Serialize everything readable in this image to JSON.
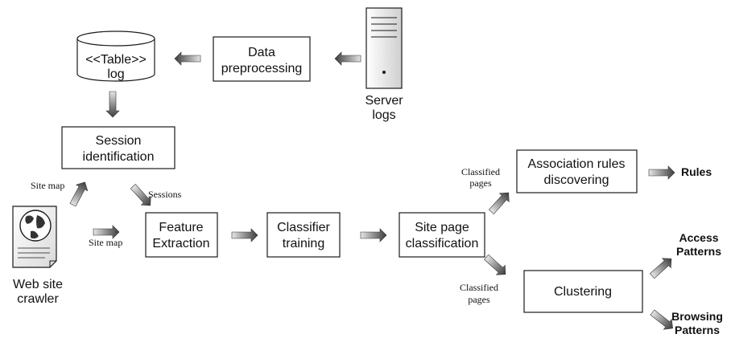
{
  "nodes": {
    "table_log": {
      "line1": "<<Table>>",
      "line2": "log"
    },
    "data_preprocessing": {
      "line1": "Data",
      "line2": "preprocessing"
    },
    "server_logs": {
      "line1": "Server",
      "line2": "logs"
    },
    "session_identification": {
      "line1": "Session",
      "line2": "identification"
    },
    "web_site_crawler": {
      "line1": "Web site",
      "line2": "crawler"
    },
    "feature_extraction": {
      "line1": "Feature",
      "line2": "Extraction"
    },
    "classifier_training": {
      "line1": "Classifier",
      "line2": "training"
    },
    "site_page_classification": {
      "line1": "Site page",
      "line2": "classification"
    },
    "association_rules": {
      "line1": "Association rules",
      "line2": "discovering"
    },
    "clustering": {
      "line1": "Clustering"
    }
  },
  "outputs": {
    "rules": "Rules",
    "access_patterns": {
      "line1": "Access",
      "line2": "Patterns"
    },
    "browsing_patterns": {
      "line1": "Browsing",
      "line2": "Patterns"
    }
  },
  "edge_labels": {
    "site_map_up": "Site map",
    "site_map_right": "Site map",
    "sessions": "Sessions",
    "classified_pages_up": {
      "line1": "Classified",
      "line2": "pages"
    },
    "classified_pages_down": {
      "line1": "Classified",
      "line2": "pages"
    }
  },
  "colors": {
    "arrow_dark": "#3c3c3c",
    "arrow_light": "#e6e6e6",
    "stroke": "#1a1a1a"
  },
  "icons": {
    "server": "server-tower-icon",
    "crawler": "globe-document-icon",
    "database": "database-cylinder-icon"
  }
}
